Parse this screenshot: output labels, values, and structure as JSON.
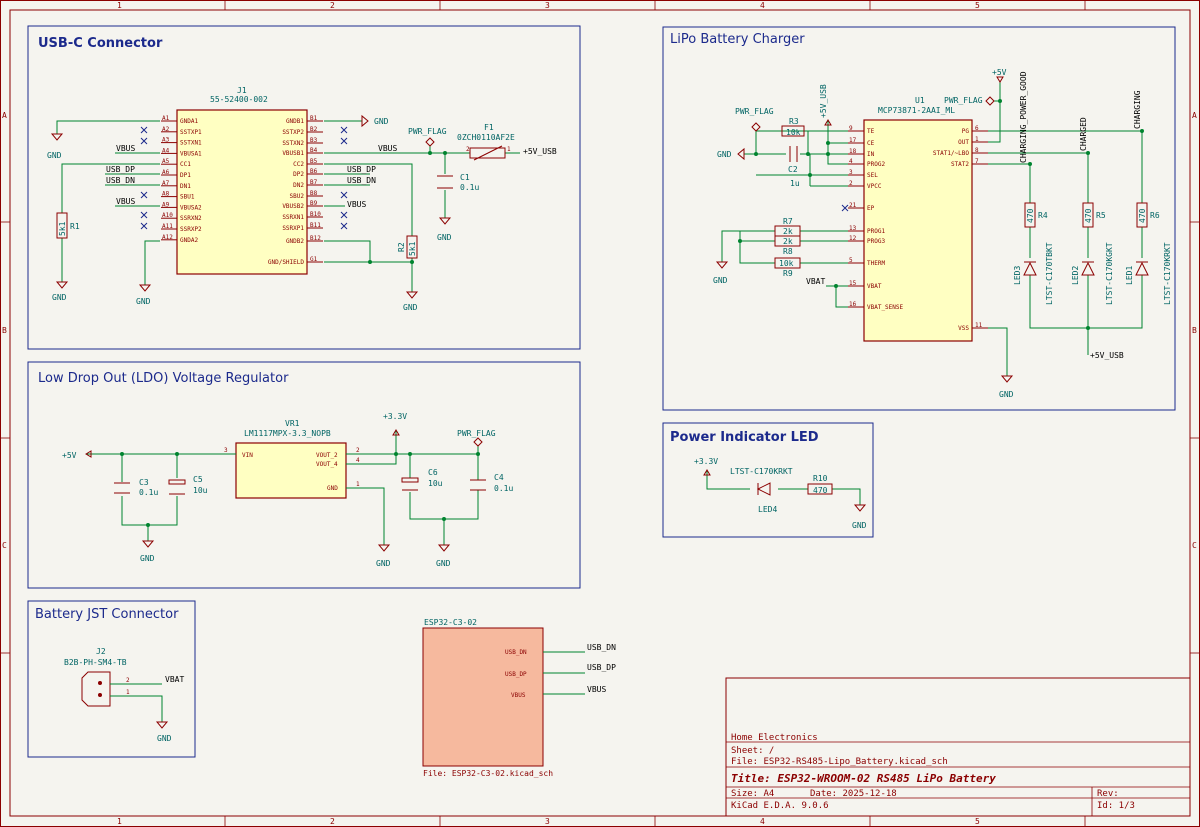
{
  "frame": {
    "columns": [
      "1",
      "2",
      "3",
      "4",
      "5"
    ],
    "rows": [
      "A",
      "B",
      "C"
    ]
  },
  "blocks": {
    "usb": "USB-C Connector",
    "charger": "LiPo Battery Charger",
    "ldo": "Low Drop Out (LDO) Voltage Regulator",
    "power_led": "Power Indicator LED",
    "battery": "Battery JST Connector"
  },
  "usb": {
    "j1_ref": "J1",
    "j1_val": "55-52400-002",
    "left_pins": [
      {
        "num": "A1",
        "name": "GNDA1"
      },
      {
        "num": "A2",
        "name": "SSTXP1"
      },
      {
        "num": "A3",
        "name": "SSTXN1"
      },
      {
        "num": "A4",
        "name": "VBUSA1"
      },
      {
        "num": "A5",
        "name": "CC1"
      },
      {
        "num": "A6",
        "name": "DP1"
      },
      {
        "num": "A7",
        "name": "DN1"
      },
      {
        "num": "A8",
        "name": "SBU1"
      },
      {
        "num": "A9",
        "name": "VBUSA2"
      },
      {
        "num": "A10",
        "name": "SSRXN2"
      },
      {
        "num": "A11",
        "name": "SSRXP2"
      },
      {
        "num": "A12",
        "name": "GNDA2"
      }
    ],
    "right_pins": [
      {
        "num": "B1",
        "name": "GNDB1"
      },
      {
        "num": "B2",
        "name": "SSTXP2"
      },
      {
        "num": "B3",
        "name": "SSTXN2"
      },
      {
        "num": "B4",
        "name": "VBUSB1"
      },
      {
        "num": "B5",
        "name": "CC2"
      },
      {
        "num": "B6",
        "name": "DP2"
      },
      {
        "num": "B7",
        "name": "DN2"
      },
      {
        "num": "B8",
        "name": "SBU2"
      },
      {
        "num": "B9",
        "name": "VBUSB2"
      },
      {
        "num": "B10",
        "name": "SSRXN1"
      },
      {
        "num": "B11",
        "name": "SSRXP1"
      },
      {
        "num": "B12",
        "name": "GNDB2"
      },
      {
        "num": "G1",
        "name": "GND/SHIELD"
      }
    ],
    "nets": {
      "vbus": "VBUS",
      "usb_dp": "USB_DP",
      "usb_dn": "USB_DN",
      "gnd": "GND",
      "v5_usb": "+5V_USB",
      "pwr_flag": "PWR_FLAG"
    },
    "r1_ref": "R1",
    "r1_val": "5k1",
    "r2_ref": "R2",
    "r2_val": "5k1",
    "f1_ref": "F1",
    "f1_val": "0ZCH0110AF2E",
    "c1_ref": "C1",
    "c1_val": "0.1u",
    "f1_pin2": "2",
    "f1_pin1": "1"
  },
  "charger": {
    "u1_ref": "U1",
    "u1_val": "MCP73871-2AAI_ML",
    "left_pins": [
      {
        "num": "9",
        "name": "TE"
      },
      {
        "num": "17",
        "name": "CE"
      },
      {
        "num": "18",
        "name": "IN"
      },
      {
        "num": "4",
        "name": "PROG2"
      },
      {
        "num": "3",
        "name": "SEL"
      },
      {
        "num": "2",
        "name": "VPCC"
      },
      {
        "num": "21",
        "name": "EP"
      },
      {
        "num": "13",
        "name": "PROG1"
      },
      {
        "num": "12",
        "name": "PROG3"
      },
      {
        "num": "5",
        "name": "THERM"
      },
      {
        "num": "15",
        "name": "VBAT"
      },
      {
        "num": "16",
        "name": "VBAT_SENSE"
      }
    ],
    "right_pins": [
      {
        "num": "6",
        "name": "PG"
      },
      {
        "num": "1",
        "name": "OUT"
      },
      {
        "num": "8",
        "name": "STAT1/~LBO"
      },
      {
        "num": "7",
        "name": "STAT2"
      },
      {
        "num": "11",
        "name": "VSS"
      }
    ],
    "nets": {
      "v5_usb": "+5V_USB",
      "pwr_flag": "PWR_FLAG",
      "gnd": "GND",
      "v5": "+5V",
      "vbat": "VBAT",
      "cpg": "CHARGING_POWER_GOOD",
      "charged": "CHARGED",
      "charging": "CHARGING"
    },
    "r3": {
      "ref": "R3",
      "val": "10k"
    },
    "c2": {
      "ref": "C2",
      "val": "1u"
    },
    "r7": {
      "ref": "R7",
      "val": "2k"
    },
    "r8": {
      "ref": "R8",
      "val": "2k"
    },
    "r9": {
      "ref": "R9",
      "val": "10k"
    },
    "r4": {
      "ref": "R4",
      "val": "470"
    },
    "r5": {
      "ref": "R5",
      "val": "470"
    },
    "r6": {
      "ref": "R6",
      "val": "470"
    },
    "led3": {
      "ref": "LED3",
      "val": "LTST-C170TBKT"
    },
    "led2": {
      "ref": "LED2",
      "val": "LTST-C170KGKT"
    },
    "led1": {
      "ref": "LED1",
      "val": "LTST-C170KRKT"
    }
  },
  "ldo": {
    "vr1_ref": "VR1",
    "vr1_val": "LM1117MPX-3.3_NOPB",
    "pins": {
      "vin": "VIN",
      "vout2": "VOUT_2",
      "vout4": "VOUT_4",
      "gnd": "GND",
      "n3": "3",
      "n2": "2",
      "n4": "4",
      "n1": "1"
    },
    "nets": {
      "v5": "+5V",
      "v33": "+3.3V",
      "pwr_flag": "PWR_FLAG",
      "gnd": "GND"
    },
    "c3": {
      "ref": "C3",
      "val": "0.1u"
    },
    "c5": {
      "ref": "C5",
      "val": "10u"
    },
    "c6": {
      "ref": "C6",
      "val": "10u"
    },
    "c4": {
      "ref": "C4",
      "val": "0.1u"
    }
  },
  "power_led": {
    "net_v33": "+3.3V",
    "led_val": "LTST-C170KRKT",
    "led_ref": "LED4",
    "r10_ref": "R10",
    "r10_val": "470",
    "gnd": "GND"
  },
  "battery": {
    "j2_ref": "J2",
    "j2_val": "B2B-PH-SM4-TB",
    "pin2": "2",
    "pin1": "1",
    "vbat": "VBAT",
    "gnd": "GND"
  },
  "subsheet": {
    "name": "ESP32-C3-02",
    "file": "File: ESP32-C3-02.kicad_sch",
    "ports": [
      "USB_DN",
      "USB_DP",
      "VBUS"
    ],
    "nets": [
      "USB_DN",
      "USB_DP",
      "VBUS"
    ]
  },
  "title_block": {
    "company": "Home Electronics",
    "sheet": "Sheet: /",
    "file": "File: ESP32-RS485-Lipo_Battery.kicad_sch",
    "title": "Title: ESP32-WROOM-02 RS485 LiPo Battery",
    "size": "Size: A4",
    "date": "Date: 2025-12-18",
    "rev": "Rev:",
    "tool": "KiCad E.D.A. 9.0.6",
    "id": "Id: 1/3"
  }
}
